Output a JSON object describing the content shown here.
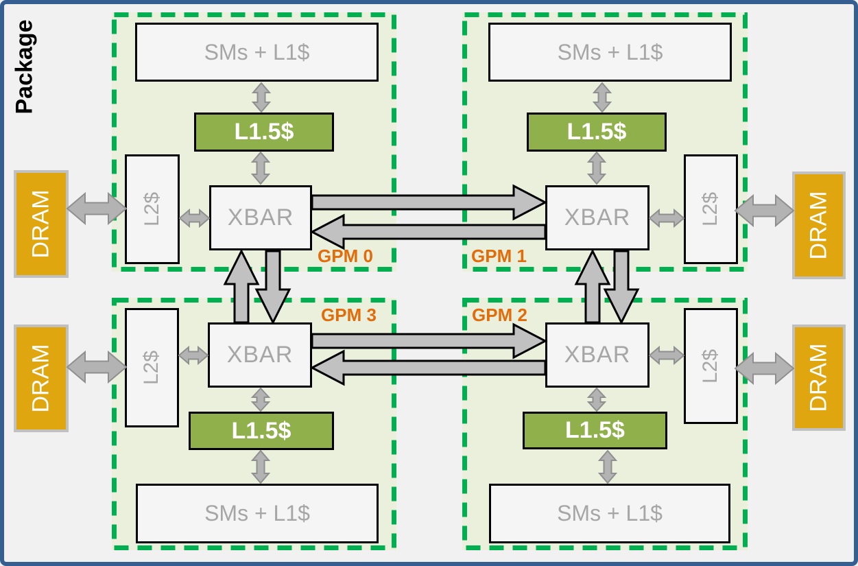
{
  "package": {
    "label": "Package"
  },
  "gpms": [
    {
      "id": "gpm0",
      "label": "GPM 0",
      "boxes": {
        "sms": "SMs + L1$",
        "l15": "L1.5$",
        "l2": "L2$",
        "xbar": "XBAR"
      }
    },
    {
      "id": "gpm1",
      "label": "GPM 1",
      "boxes": {
        "sms": "SMs + L1$",
        "l15": "L1.5$",
        "l2": "L2$",
        "xbar": "XBAR"
      }
    },
    {
      "id": "gpm2",
      "label": "GPM 2",
      "boxes": {
        "sms": "SMs + L1$",
        "l15": "L1.5$",
        "l2": "L2$",
        "xbar": "XBAR"
      }
    },
    {
      "id": "gpm3",
      "label": "GPM 3",
      "boxes": {
        "sms": "SMs + L1$",
        "l15": "L1.5$",
        "l2": "L2$",
        "xbar": "XBAR"
      }
    }
  ],
  "drams": [
    {
      "position": "top-left",
      "label": "DRAM"
    },
    {
      "position": "top-right",
      "label": "DRAM"
    },
    {
      "position": "bottom-left",
      "label": "DRAM"
    },
    {
      "position": "bottom-right",
      "label": "DRAM"
    }
  ],
  "colors": {
    "package_border": "#365f91",
    "background": "#f1f1f1",
    "gpm_fill": "#eaf0dc",
    "gpm_border": "#00b050",
    "box_fill": "#f5f5f5",
    "box_border": "#000000",
    "box_text": "#a6a6a6",
    "l15_fill": "#8fb04b",
    "l15_text": "#ffffff",
    "dram_fill": "#e0a60f",
    "dram_text": "#ffffff",
    "gpm_label": "#e36c0a",
    "big_arrow_fill": "#c1c1c1",
    "small_arrow_fill": "#b3b3b3"
  }
}
